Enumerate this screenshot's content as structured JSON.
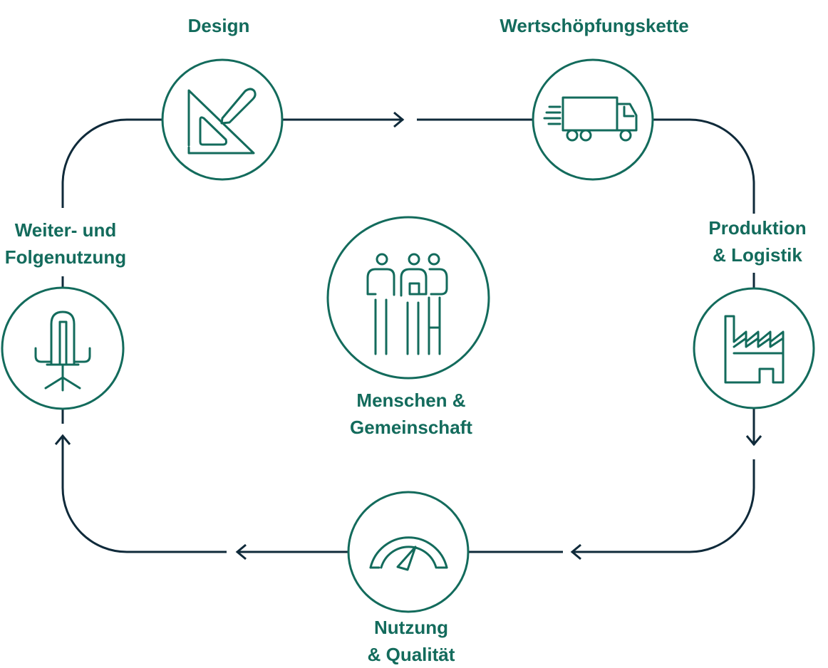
{
  "colors": {
    "accent": "#136b5c",
    "line": "#0f2a3a"
  },
  "nodes": {
    "design": {
      "label": "Design",
      "icon": "set-square-pencil-icon"
    },
    "value_chain": {
      "label": "Wertschöpfungskette",
      "icon": "truck-icon"
    },
    "production": {
      "label_line1": "Produktion",
      "label_line2": "& Logistik",
      "icon": "factory-icon"
    },
    "usage": {
      "label_line1": "Nutzung",
      "label_line2": "& Qualität",
      "icon": "gauge-icon"
    },
    "reuse": {
      "label_line1": "Weiter- und",
      "label_line2": "Folgenutzung",
      "icon": "office-chair-icon"
    },
    "people": {
      "label_line1": "Menschen &",
      "label_line2": "Gemeinschaft",
      "icon": "people-group-icon"
    }
  }
}
